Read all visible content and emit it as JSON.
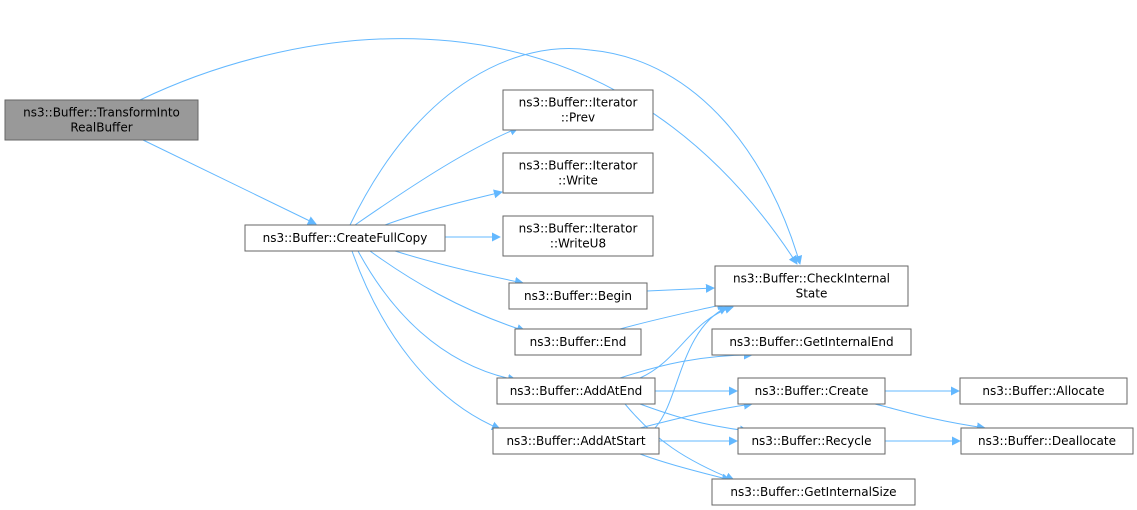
{
  "graph": {
    "edge_color": "#63b8ff",
    "root_fill": "#999999",
    "nodes": [
      {
        "id": "transform",
        "lines": [
          "ns3::Buffer::TransformInto",
          "RealBuffer"
        ],
        "root": true
      },
      {
        "id": "createfullcopy",
        "lines": [
          "ns3::Buffer::CreateFullCopy"
        ]
      },
      {
        "id": "prev",
        "lines": [
          "ns3::Buffer::Iterator",
          "::Prev"
        ]
      },
      {
        "id": "write",
        "lines": [
          "ns3::Buffer::Iterator",
          "::Write"
        ]
      },
      {
        "id": "writeu8",
        "lines": [
          "ns3::Buffer::Iterator",
          "::WriteU8"
        ]
      },
      {
        "id": "begin",
        "lines": [
          "ns3::Buffer::Begin"
        ]
      },
      {
        "id": "end",
        "lines": [
          "ns3::Buffer::End"
        ]
      },
      {
        "id": "addatend",
        "lines": [
          "ns3::Buffer::AddAtEnd"
        ]
      },
      {
        "id": "addatstart",
        "lines": [
          "ns3::Buffer::AddAtStart"
        ]
      },
      {
        "id": "checkinternal",
        "lines": [
          "ns3::Buffer::CheckInternal",
          "State"
        ]
      },
      {
        "id": "getinternalend",
        "lines": [
          "ns3::Buffer::GetInternalEnd"
        ]
      },
      {
        "id": "create",
        "lines": [
          "ns3::Buffer::Create"
        ]
      },
      {
        "id": "recycle",
        "lines": [
          "ns3::Buffer::Recycle"
        ]
      },
      {
        "id": "getinternalsize",
        "lines": [
          "ns3::Buffer::GetInternalSize"
        ]
      },
      {
        "id": "allocate",
        "lines": [
          "ns3::Buffer::Allocate"
        ]
      },
      {
        "id": "deallocate",
        "lines": [
          "ns3::Buffer::Deallocate"
        ]
      }
    ],
    "edges": [
      {
        "from": "transform",
        "to": "checkinternal"
      },
      {
        "from": "transform",
        "to": "createfullcopy"
      },
      {
        "from": "createfullcopy",
        "to": "checkinternal"
      },
      {
        "from": "createfullcopy",
        "to": "prev"
      },
      {
        "from": "createfullcopy",
        "to": "write"
      },
      {
        "from": "createfullcopy",
        "to": "writeu8"
      },
      {
        "from": "createfullcopy",
        "to": "begin"
      },
      {
        "from": "createfullcopy",
        "to": "end"
      },
      {
        "from": "createfullcopy",
        "to": "addatend"
      },
      {
        "from": "createfullcopy",
        "to": "addatstart"
      },
      {
        "from": "begin",
        "to": "checkinternal"
      },
      {
        "from": "end",
        "to": "checkinternal"
      },
      {
        "from": "addatend",
        "to": "checkinternal"
      },
      {
        "from": "addatend",
        "to": "getinternalend"
      },
      {
        "from": "addatend",
        "to": "create"
      },
      {
        "from": "addatend",
        "to": "recycle"
      },
      {
        "from": "addatend",
        "to": "getinternalsize"
      },
      {
        "from": "addatstart",
        "to": "checkinternal"
      },
      {
        "from": "addatstart",
        "to": "create"
      },
      {
        "from": "addatstart",
        "to": "recycle"
      },
      {
        "from": "addatstart",
        "to": "getinternalsize"
      },
      {
        "from": "create",
        "to": "allocate"
      },
      {
        "from": "create",
        "to": "deallocate"
      },
      {
        "from": "recycle",
        "to": "deallocate"
      }
    ]
  }
}
